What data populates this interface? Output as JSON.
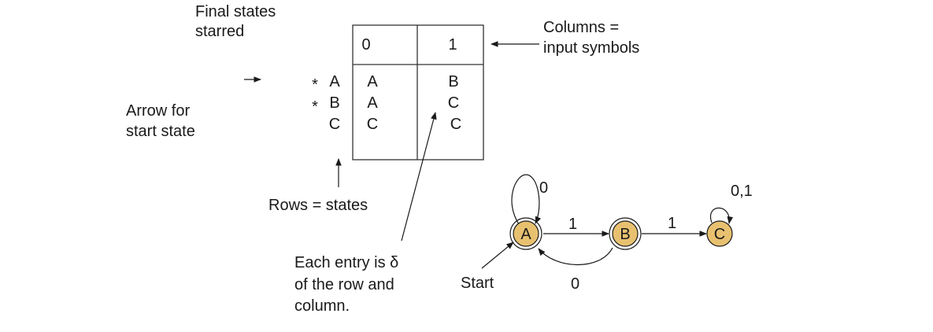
{
  "annotations": {
    "final_states": [
      "Final states",
      "starred"
    ],
    "columns": [
      "Columns =",
      "input symbols"
    ],
    "start_arrow": [
      "Arrow for",
      "start state"
    ],
    "rows": "Rows = states",
    "entry": [
      "Each entry is δ",
      "of the row and",
      "column."
    ]
  },
  "table": {
    "columns": [
      "0",
      "1"
    ],
    "rows": [
      {
        "star": "*",
        "state": "A",
        "on_0": "A",
        "on_1": "B"
      },
      {
        "star": "*",
        "state": "B",
        "on_0": "A",
        "on_1": "C"
      },
      {
        "star": "",
        "state": "C",
        "on_0": "C",
        "on_1": "C"
      }
    ]
  },
  "automaton": {
    "states": [
      "A",
      "B",
      "C"
    ],
    "start_label": "Start",
    "edges": {
      "a_self": "0",
      "a_to_b": "1",
      "b_to_a": "0",
      "b_to_c": "1",
      "c_self": "0,1"
    },
    "colors": {
      "state_fill": "#e8c170",
      "stroke": "#1a1a1a"
    }
  }
}
